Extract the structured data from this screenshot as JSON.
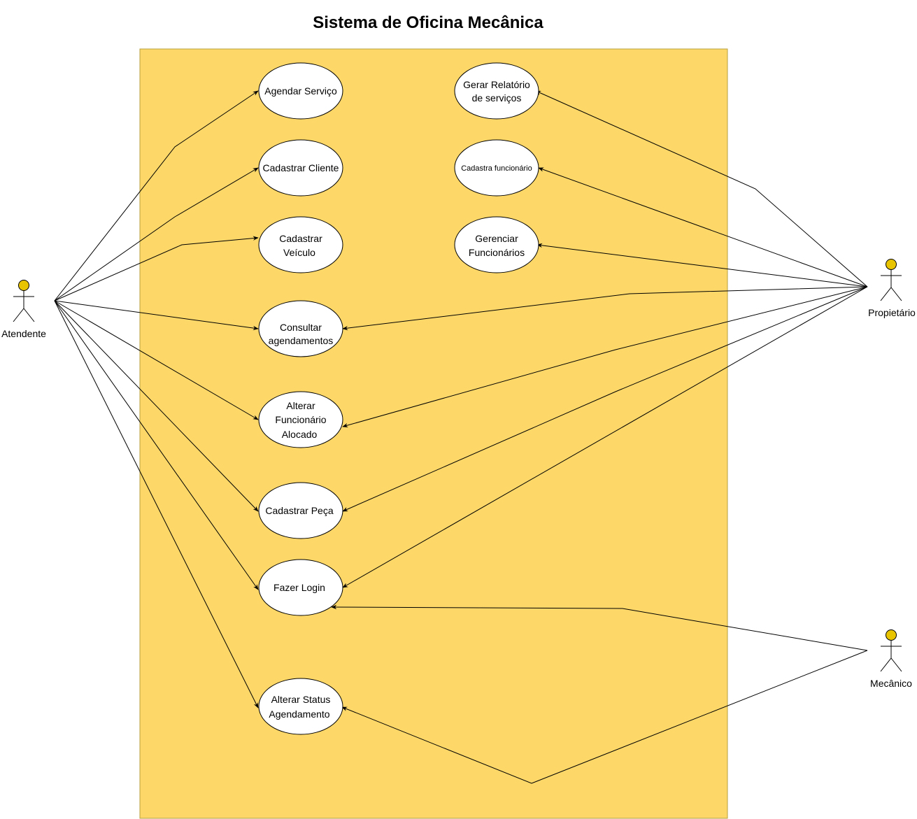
{
  "title": "Sistema de Oficina Mecânica",
  "colors": {
    "system_fill": "#FDD868",
    "system_stroke": "#B8A040",
    "actor_head": "#E8C400",
    "use_case_fill": "#FFFFFF",
    "line": "#000000"
  },
  "actors": {
    "atendente": "Atendente",
    "proprietario": "Propietário",
    "mecanico": "Mecânico"
  },
  "use_cases": {
    "agendar": [
      "Agendar Serviço"
    ],
    "cad_cliente": [
      "Cadastrar Cliente"
    ],
    "cad_veiculo": [
      "Cadastrar",
      "Veículo"
    ],
    "consultar": [
      "Consultar",
      "agendamentos"
    ],
    "alterar_func": [
      "Alterar",
      "Funcionário",
      "Alocado"
    ],
    "cad_peca": [
      "Cadastrar Peça"
    ],
    "login": [
      "Fazer Login"
    ],
    "alterar_status": [
      "Alterar Status",
      "Agendamento"
    ],
    "gerar_rel": [
      "Gerar Relatório",
      "de serviços"
    ],
    "cad_func": [
      "Cadastra funcionário"
    ],
    "gerenciar": [
      "Gerenciar",
      "Funcionários"
    ]
  },
  "associations": [
    {
      "from": "atendente",
      "to": "agendar"
    },
    {
      "from": "atendente",
      "to": "cad_cliente"
    },
    {
      "from": "atendente",
      "to": "cad_veiculo"
    },
    {
      "from": "atendente",
      "to": "consultar"
    },
    {
      "from": "atendente",
      "to": "alterar_func"
    },
    {
      "from": "atendente",
      "to": "cad_peca"
    },
    {
      "from": "atendente",
      "to": "login"
    },
    {
      "from": "atendente",
      "to": "alterar_status"
    },
    {
      "from": "proprietario",
      "to": "gerar_rel"
    },
    {
      "from": "proprietario",
      "to": "cad_func"
    },
    {
      "from": "proprietario",
      "to": "gerenciar"
    },
    {
      "from": "proprietario",
      "to": "consultar"
    },
    {
      "from": "proprietario",
      "to": "alterar_func"
    },
    {
      "from": "proprietario",
      "to": "cad_peca"
    },
    {
      "from": "proprietario",
      "to": "login"
    },
    {
      "from": "mecanico",
      "to": "login"
    },
    {
      "from": "mecanico",
      "to": "alterar_status"
    }
  ]
}
